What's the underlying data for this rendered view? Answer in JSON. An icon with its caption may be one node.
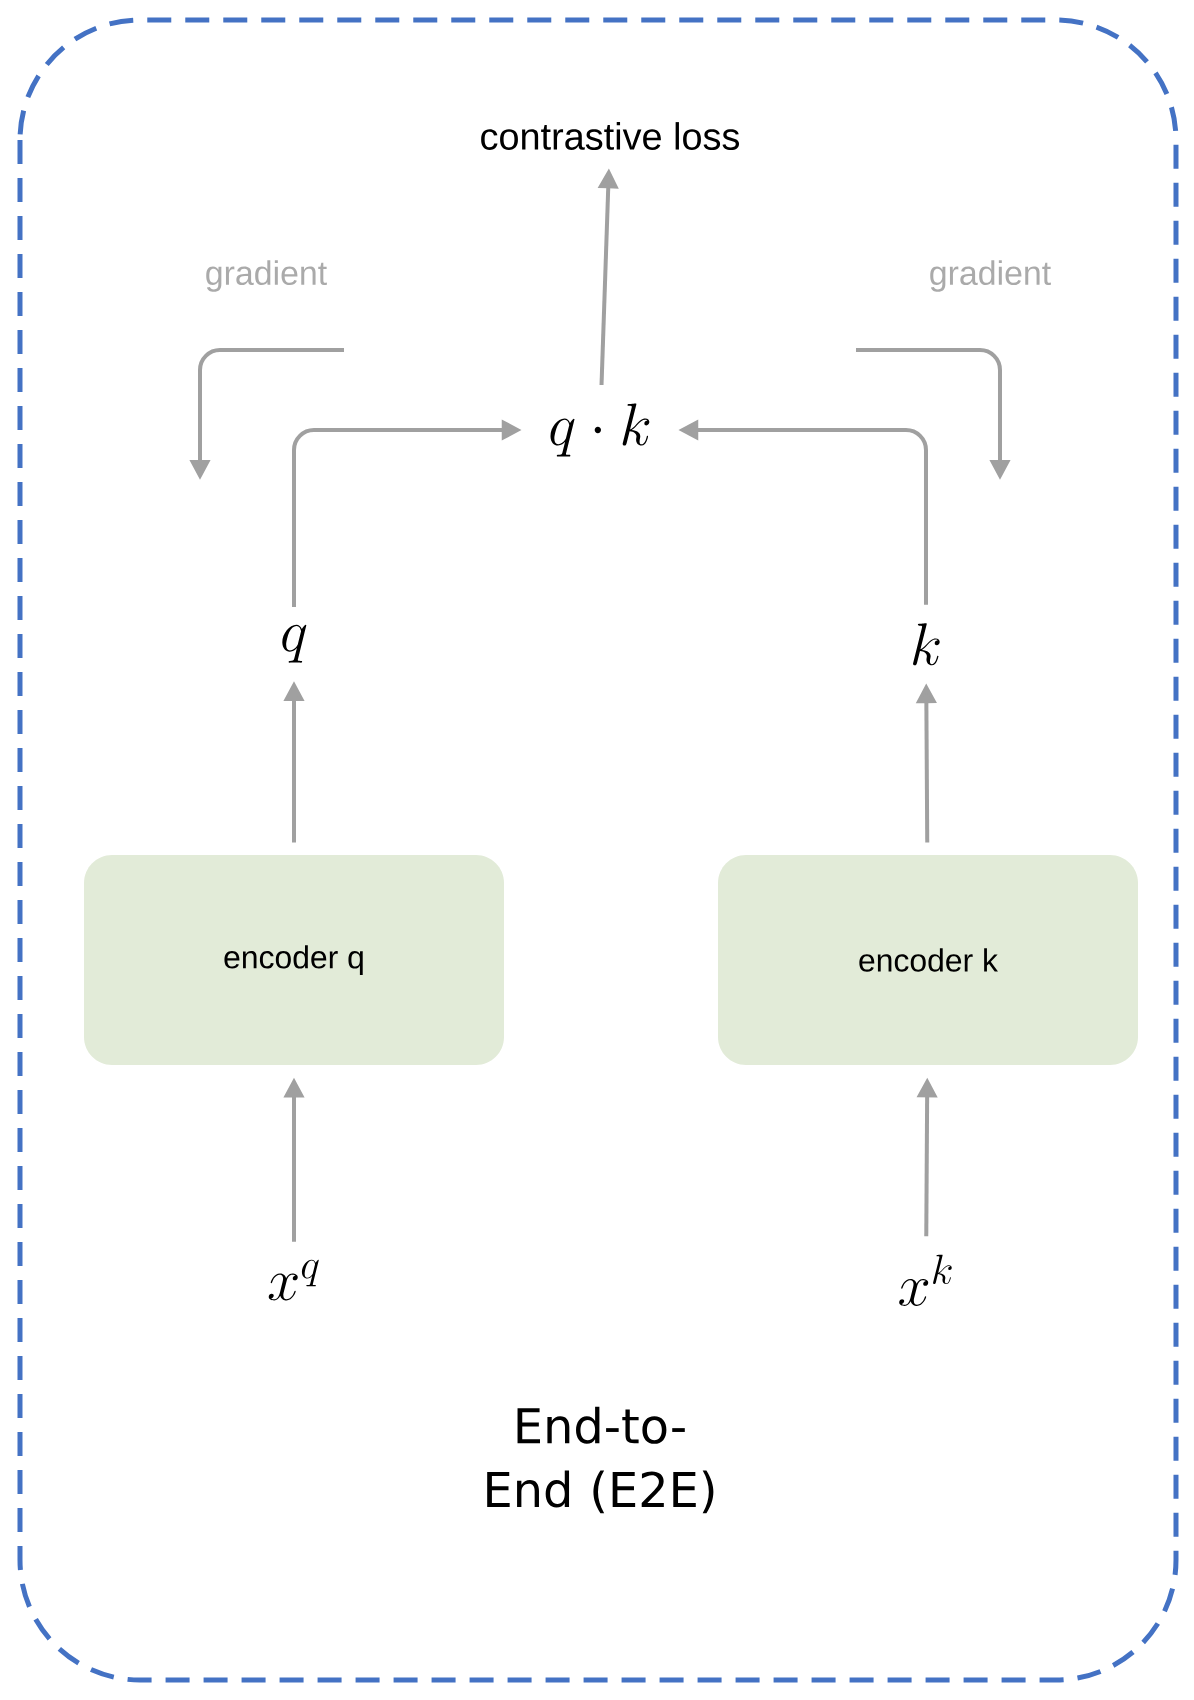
{
  "diagram": {
    "nodes": [
      {
        "text": [
          "End-to-End (E2E)"
        ]
      },
      {
        "text": [
          "contrastive loss"
        ],
        "in": 0
      },
      {
        "text": [
          "q\\cdot k"
        ],
        "in": 0
      },
      {
        "text": [
          "q"
        ],
        "in": 0
      },
      {
        "text": [
          "k"
        ],
        "in": 0
      },
      {
        "text": [
          "encoder q"
        ],
        "in": 0
      },
      {
        "text": [
          "encoder k"
        ],
        "in": 0
      },
      {
        "text": [
          "x^q"
        ],
        "in": 0
      },
      {
        "text": [
          "x^k"
        ],
        "in": 0
      }
    ],
    "edges": [
      {
        "from": 7,
        "to": 5,
        "arrow": "to"
      },
      {
        "from": 5,
        "to": 3,
        "arrow": "to"
      },
      {
        "from": 8,
        "to": 6,
        "arrow": "to"
      },
      {
        "from": 6,
        "to": 4,
        "arrow": "to"
      },
      {
        "from": 3,
        "to": 2,
        "arrow": "to"
      },
      {
        "from": 4,
        "to": 2,
        "arrow": "to"
      },
      {
        "from": 2,
        "to": 1,
        "arrow": "to"
      }
    ],
    "labels": [
      "gradient",
      "gradient"
    ]
  }
}
